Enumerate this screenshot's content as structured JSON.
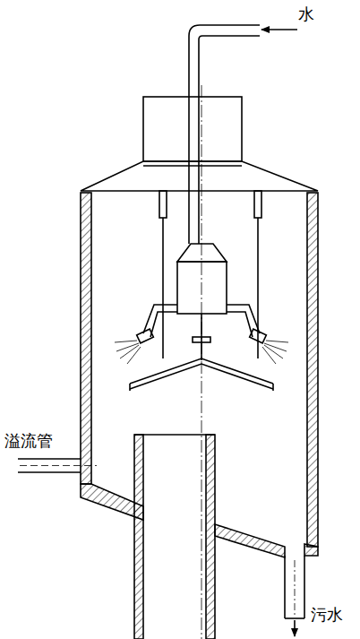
{
  "diagram": {
    "labels": [
      "水",
      "溢流管",
      "污水"
    ]
  }
}
